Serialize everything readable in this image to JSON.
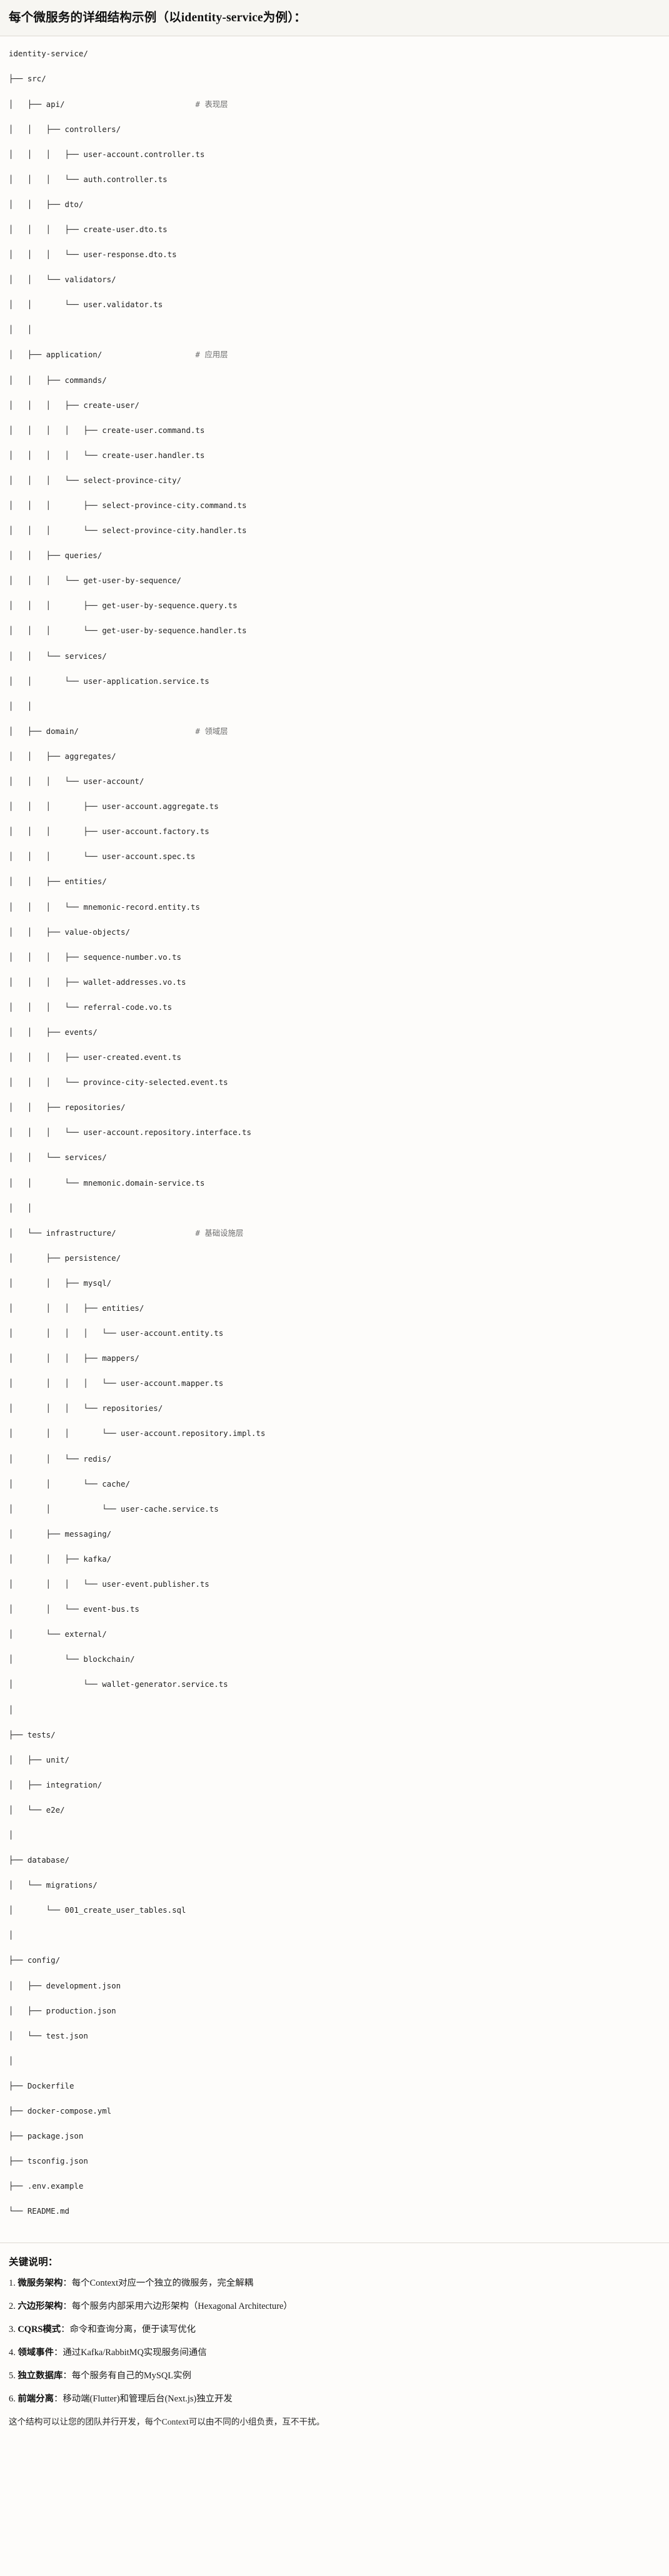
{
  "header": {
    "title": "每个微服务的详细结构示例（以identity-service为例）："
  },
  "tree": {
    "root": "identity-service/",
    "lines": [
      {
        "text": "identity-service/",
        "comment": ""
      },
      {
        "text": "├── src/",
        "comment": ""
      },
      {
        "text": "│   ├── api/",
        "comment": "# 表现层"
      },
      {
        "text": "│   │   ├── controllers/",
        "comment": ""
      },
      {
        "text": "│   │   │   ├── user-account.controller.ts",
        "comment": ""
      },
      {
        "text": "│   │   │   └── auth.controller.ts",
        "comment": ""
      },
      {
        "text": "│   │   ├── dto/",
        "comment": ""
      },
      {
        "text": "│   │   │   ├── create-user.dto.ts",
        "comment": ""
      },
      {
        "text": "│   │   │   └── user-response.dto.ts",
        "comment": ""
      },
      {
        "text": "│   │   └── validators/",
        "comment": ""
      },
      {
        "text": "│   │       └── user.validator.ts",
        "comment": ""
      },
      {
        "text": "│   │",
        "comment": ""
      },
      {
        "text": "│   ├── application/",
        "comment": "# 应用层"
      },
      {
        "text": "│   │   ├── commands/",
        "comment": ""
      },
      {
        "text": "│   │   │   ├── create-user/",
        "comment": ""
      },
      {
        "text": "│   │   │   │   ├── create-user.command.ts",
        "comment": ""
      },
      {
        "text": "│   │   │   │   └── create-user.handler.ts",
        "comment": ""
      },
      {
        "text": "│   │   │   └── select-province-city/",
        "comment": ""
      },
      {
        "text": "│   │   │       ├── select-province-city.command.ts",
        "comment": ""
      },
      {
        "text": "│   │   │       └── select-province-city.handler.ts",
        "comment": ""
      },
      {
        "text": "│   │   ├── queries/",
        "comment": ""
      },
      {
        "text": "│   │   │   └── get-user-by-sequence/",
        "comment": ""
      },
      {
        "text": "│   │   │       ├── get-user-by-sequence.query.ts",
        "comment": ""
      },
      {
        "text": "│   │   │       └── get-user-by-sequence.handler.ts",
        "comment": ""
      },
      {
        "text": "│   │   └── services/",
        "comment": ""
      },
      {
        "text": "│   │       └── user-application.service.ts",
        "comment": ""
      },
      {
        "text": "│   │",
        "comment": ""
      },
      {
        "text": "│   ├── domain/",
        "comment": "# 领域层"
      },
      {
        "text": "│   │   ├── aggregates/",
        "comment": ""
      },
      {
        "text": "│   │   │   └── user-account/",
        "comment": ""
      },
      {
        "text": "│   │   │       ├── user-account.aggregate.ts",
        "comment": ""
      },
      {
        "text": "│   │   │       ├── user-account.factory.ts",
        "comment": ""
      },
      {
        "text": "│   │   │       └── user-account.spec.ts",
        "comment": ""
      },
      {
        "text": "│   │   ├── entities/",
        "comment": ""
      },
      {
        "text": "│   │   │   └── mnemonic-record.entity.ts",
        "comment": ""
      },
      {
        "text": "│   │   ├── value-objects/",
        "comment": ""
      },
      {
        "text": "│   │   │   ├── sequence-number.vo.ts",
        "comment": ""
      },
      {
        "text": "│   │   │   ├── wallet-addresses.vo.ts",
        "comment": ""
      },
      {
        "text": "│   │   │   └── referral-code.vo.ts",
        "comment": ""
      },
      {
        "text": "│   │   ├── events/",
        "comment": ""
      },
      {
        "text": "│   │   │   ├── user-created.event.ts",
        "comment": ""
      },
      {
        "text": "│   │   │   └── province-city-selected.event.ts",
        "comment": ""
      },
      {
        "text": "│   │   ├── repositories/",
        "comment": ""
      },
      {
        "text": "│   │   │   └── user-account.repository.interface.ts",
        "comment": ""
      },
      {
        "text": "│   │   └── services/",
        "comment": ""
      },
      {
        "text": "│   │       └── mnemonic.domain-service.ts",
        "comment": ""
      },
      {
        "text": "│   │",
        "comment": ""
      },
      {
        "text": "│   └── infrastructure/",
        "comment": "# 基础设施层"
      },
      {
        "text": "│       ├── persistence/",
        "comment": ""
      },
      {
        "text": "│       │   ├── mysql/",
        "comment": ""
      },
      {
        "text": "│       │   │   ├── entities/",
        "comment": ""
      },
      {
        "text": "│       │   │   │   └── user-account.entity.ts",
        "comment": ""
      },
      {
        "text": "│       │   │   ├── mappers/",
        "comment": ""
      },
      {
        "text": "│       │   │   │   └── user-account.mapper.ts",
        "comment": ""
      },
      {
        "text": "│       │   │   └── repositories/",
        "comment": ""
      },
      {
        "text": "│       │   │       └── user-account.repository.impl.ts",
        "comment": ""
      },
      {
        "text": "│       │   └── redis/",
        "comment": ""
      },
      {
        "text": "│       │       └── cache/",
        "comment": ""
      },
      {
        "text": "│       │           └── user-cache.service.ts",
        "comment": ""
      },
      {
        "text": "│       ├── messaging/",
        "comment": ""
      },
      {
        "text": "│       │   ├── kafka/",
        "comment": ""
      },
      {
        "text": "│       │   │   └── user-event.publisher.ts",
        "comment": ""
      },
      {
        "text": "│       │   └── event-bus.ts",
        "comment": ""
      },
      {
        "text": "│       └── external/",
        "comment": ""
      },
      {
        "text": "│           └── blockchain/",
        "comment": ""
      },
      {
        "text": "│               └── wallet-generator.service.ts",
        "comment": ""
      },
      {
        "text": "│",
        "comment": ""
      },
      {
        "text": "├── tests/",
        "comment": ""
      },
      {
        "text": "│   ├── unit/",
        "comment": ""
      },
      {
        "text": "│   ├── integration/",
        "comment": ""
      },
      {
        "text": "│   └── e2e/",
        "comment": ""
      },
      {
        "text": "│",
        "comment": ""
      },
      {
        "text": "├── database/",
        "comment": ""
      },
      {
        "text": "│   └── migrations/",
        "comment": ""
      },
      {
        "text": "│       └── 001_create_user_tables.sql",
        "comment": ""
      },
      {
        "text": "│",
        "comment": ""
      },
      {
        "text": "├── config/",
        "comment": ""
      },
      {
        "text": "│   ├── development.json",
        "comment": ""
      },
      {
        "text": "│   ├── production.json",
        "comment": ""
      },
      {
        "text": "│   └── test.json",
        "comment": ""
      },
      {
        "text": "│",
        "comment": ""
      },
      {
        "text": "├── Dockerfile",
        "comment": ""
      },
      {
        "text": "├── docker-compose.yml",
        "comment": ""
      },
      {
        "text": "├── package.json",
        "comment": ""
      },
      {
        "text": "├── tsconfig.json",
        "comment": ""
      },
      {
        "text": "├── .env.example",
        "comment": ""
      },
      {
        "text": "└── README.md",
        "comment": ""
      }
    ],
    "comment_column": 40
  },
  "notes": {
    "heading": "关键说明：",
    "items": [
      {
        "index": "1.",
        "label": "微服务架构",
        "sep": "：",
        "text": "每个Context对应一个独立的微服务，完全解耦"
      },
      {
        "index": "2.",
        "label": "六边形架构",
        "sep": "：",
        "text": "每个服务内部采用六边形架构（Hexagonal Architecture）"
      },
      {
        "index": "3.",
        "label": "CQRS模式",
        "sep": "：",
        "text": "命令和查询分离，便于读写优化"
      },
      {
        "index": "4.",
        "label": "领域事件",
        "sep": "：",
        "text": "通过Kafka/RabbitMQ实现服务间通信"
      },
      {
        "index": "5.",
        "label": "独立数据库",
        "sep": "：",
        "text": "每个服务有自己的MySQL实例"
      },
      {
        "index": "6.",
        "label": "前端分离",
        "sep": "：",
        "text": "移动端(Flutter)和管理后台(Next.js)独立开发"
      }
    ],
    "footer": "这个结构可以让您的团队并行开发，每个Context可以由不同的小组负责，互不干扰。"
  },
  "colors": {
    "header_bg": "#f7f6f2",
    "body_bg": "#fdfcfa",
    "divider": "#dedad2",
    "text": "#1b1b1b",
    "tree_text": "#222222",
    "comment_text": "#6c6c6c"
  }
}
